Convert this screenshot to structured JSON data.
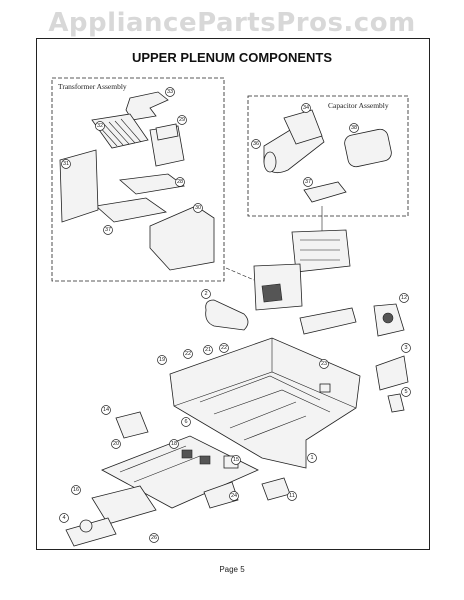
{
  "watermark": "AppliancePartsPros.com",
  "title": "UPPER PLENUM COMPONENTS",
  "transformer_label": "Transformer Assembly",
  "capacitor_label": "Capacitor Assembly",
  "page_label": "Page 5",
  "callouts": [
    "33",
    "32",
    "29",
    "31",
    "28",
    "37",
    "30",
    "34",
    "36",
    "38",
    "37",
    "2",
    "12",
    "3",
    "19",
    "22",
    "21",
    "22",
    "23",
    "6",
    "5",
    "14",
    "18",
    "20",
    "15",
    "24",
    "1",
    "11",
    "16",
    "4",
    "26"
  ]
}
